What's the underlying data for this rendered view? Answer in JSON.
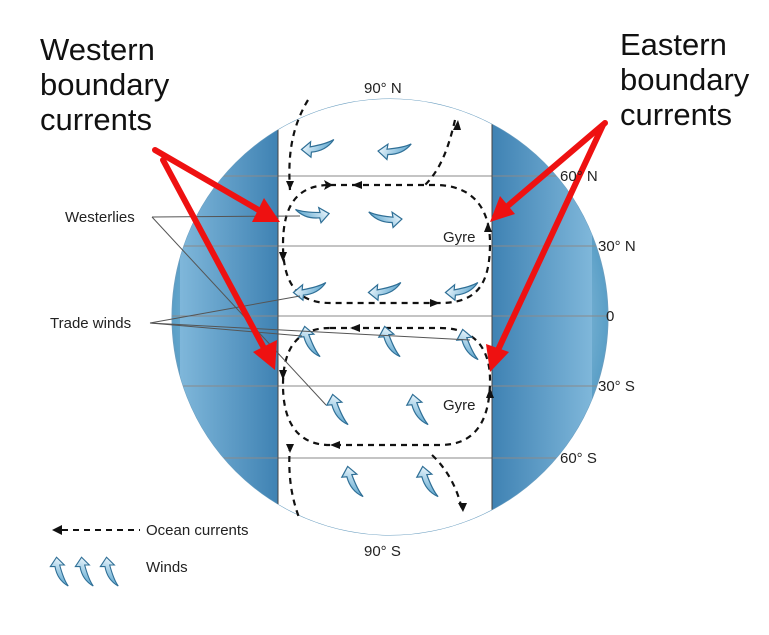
{
  "callouts": {
    "western": [
      "Western",
      "boundary",
      "currents"
    ],
    "eastern": [
      "Eastern",
      "boundary",
      "currents"
    ]
  },
  "latitudes": {
    "n90": "90° N",
    "n60": "60° N",
    "n30": "30° N",
    "eq": "0",
    "s30": "30° S",
    "s60": "60° S",
    "s90": "90° S"
  },
  "labels": {
    "westerlies": "Westerlies",
    "trade_winds": "Trade winds",
    "gyre_north": "Gyre",
    "gyre_south": "Gyre"
  },
  "legend": {
    "ocean_currents": "Ocean currents",
    "winds": "Winds"
  },
  "colors": {
    "ocean_light": "#f2f9fd",
    "ocean_dark": "#5a9fc7",
    "land_strip": "#4f8fbd",
    "wind_arrow": "#6fb2d6",
    "callout_arrow": "#ee1111"
  },
  "icons": {
    "current": "dashed-arrow-icon",
    "wind": "curved-arrow-icon"
  }
}
